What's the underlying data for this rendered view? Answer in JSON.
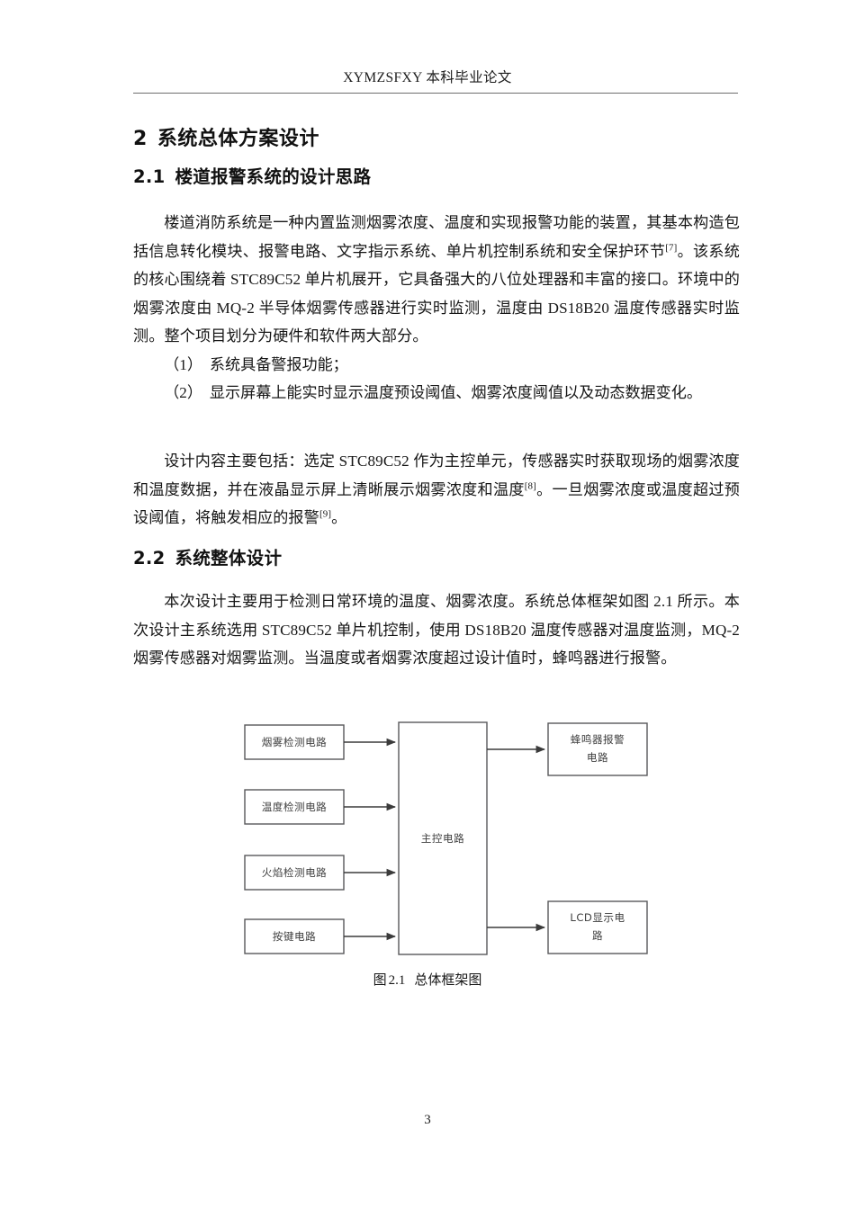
{
  "header": {
    "running_head": "XYMZSFXY 本科毕业论文"
  },
  "page_number": "3",
  "headings": {
    "h1_number": "2",
    "h1_title": "系统总体方案设计",
    "h2_1_number": "2.1",
    "h2_1_title": "楼道报警系统的设计思路",
    "h2_2_number": "2.2",
    "h2_2_title": "系统整体设计"
  },
  "paragraphs": {
    "p1_a": "楼道消防系统是一种内置监测烟雾浓度、温度和实现报警功能的装置，其基本构造包括信息转化模块、报警电路、文字指示系统、单片机控制系统和安全保护环节",
    "p1_cite": "[7]",
    "p1_b": "。该系统的核心围绕着 STC89C52 单片机展开，它具备强大的八位处理器和丰富的接口。环境中的烟雾浓度由 MQ-2 半导体烟雾传感器进行实时监测，温度由 DS18B20 温度传感器实时监测。整个项目划分为硬件和软件两大部分。",
    "list_1_label": "（1）",
    "list_1_text": "系统具备警报功能；",
    "list_2_label": "（2）",
    "list_2_text": "显示屏幕上能实时显示温度预设阈值、烟雾浓度阈值以及动态数据变化。",
    "p2_a": "设计内容主要包括：选定 STC89C52 作为主控单元，传感器实时获取现场的烟雾浓度和温度数据，并在液晶显示屏上清晰展示烟雾浓度和温度",
    "p2_cite1": "[8]",
    "p2_b": "。一旦烟雾浓度或温度超过预设阈值，将触发相应的报警",
    "p2_cite2": "[9]",
    "p2_c": "。",
    "p3": "本次设计主要用于检测日常环境的温度、烟雾浓度。系统总体框架如图 2.1 所示。本次设计主系统选用 STC89C52 单片机控制，使用 DS18B20 温度传感器对温度监测，MQ-2 烟雾传感器对烟雾监测。当温度或者烟雾浓度超过设计值时，蜂鸣器进行报警。"
  },
  "figure": {
    "caption_prefix": "图",
    "caption_number": "2.1",
    "caption_text": "总体框架图",
    "border_color": "#58585a",
    "line_color": "#3b3b3b",
    "label_color": "#404040",
    "inputs": [
      "烟雾检测电路",
      "温度检测电路",
      "火焰检测电路",
      "按键电路"
    ],
    "controller": "主控电路",
    "outputs": [
      {
        "line1": "蜂鸣器报警",
        "line2": "电路"
      },
      {
        "line1": "LCD显示电",
        "line2": "路"
      }
    ]
  }
}
